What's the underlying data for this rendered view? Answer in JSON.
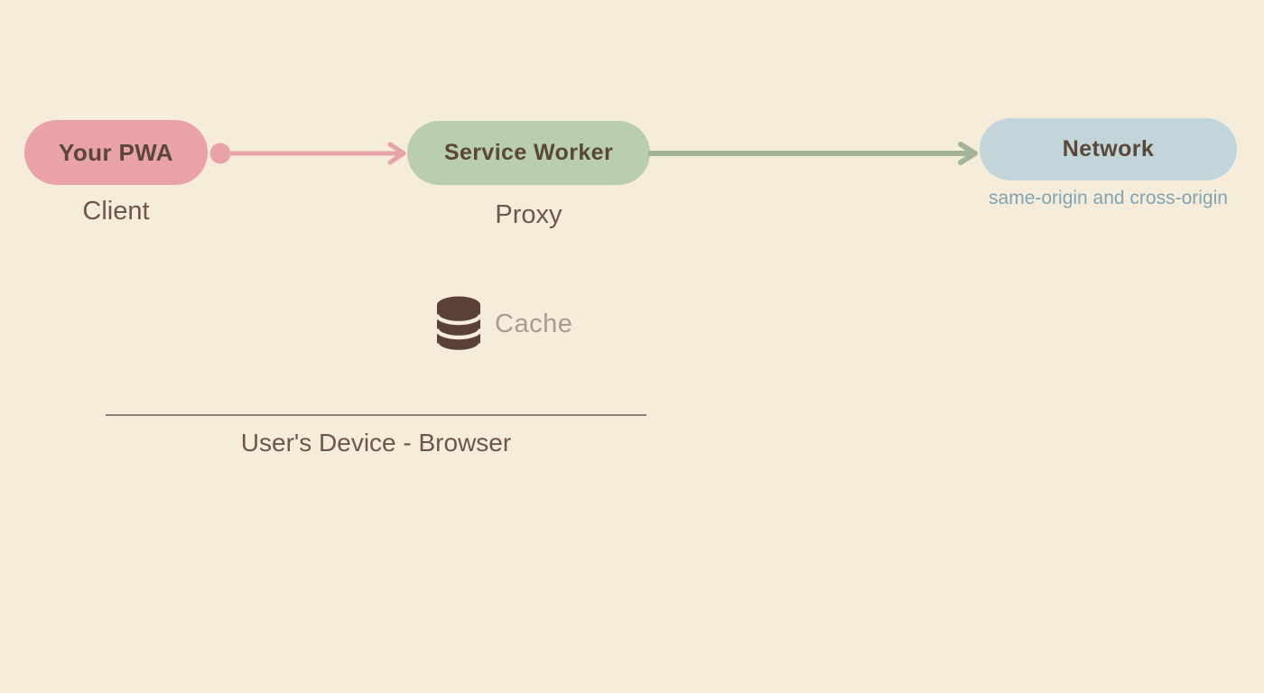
{
  "diagram": {
    "nodes": {
      "pwa": {
        "label": "Your PWA",
        "sublabel": "Client"
      },
      "service_worker": {
        "label": "Service Worker",
        "sublabel": "Proxy"
      },
      "network": {
        "label": "Network",
        "sublabel": "same-origin and cross-origin"
      }
    },
    "cache": {
      "label": "Cache",
      "icon": "database-icon"
    },
    "boundary": {
      "label": "User's Device - Browser"
    },
    "arrows": {
      "pwa_to_service_worker": "pink-arrow-with-start-dot",
      "service_worker_to_network": "green-arrow"
    },
    "colors": {
      "background": "#f5edda",
      "pwa_fill": "#e9a2a6",
      "service_worker_fill": "#b9cdb0",
      "network_fill": "#c1d5da",
      "node_text": "#5b4738",
      "sublabel_text": "#6e574a",
      "network_sublabel_text": "#81a4b2",
      "cache_label_text": "#a69c93",
      "cache_icon": "#5a4037",
      "boundary_line": "#917f77",
      "arrow_pink": "#e9a2a6",
      "arrow_green": "#a4b497"
    }
  }
}
